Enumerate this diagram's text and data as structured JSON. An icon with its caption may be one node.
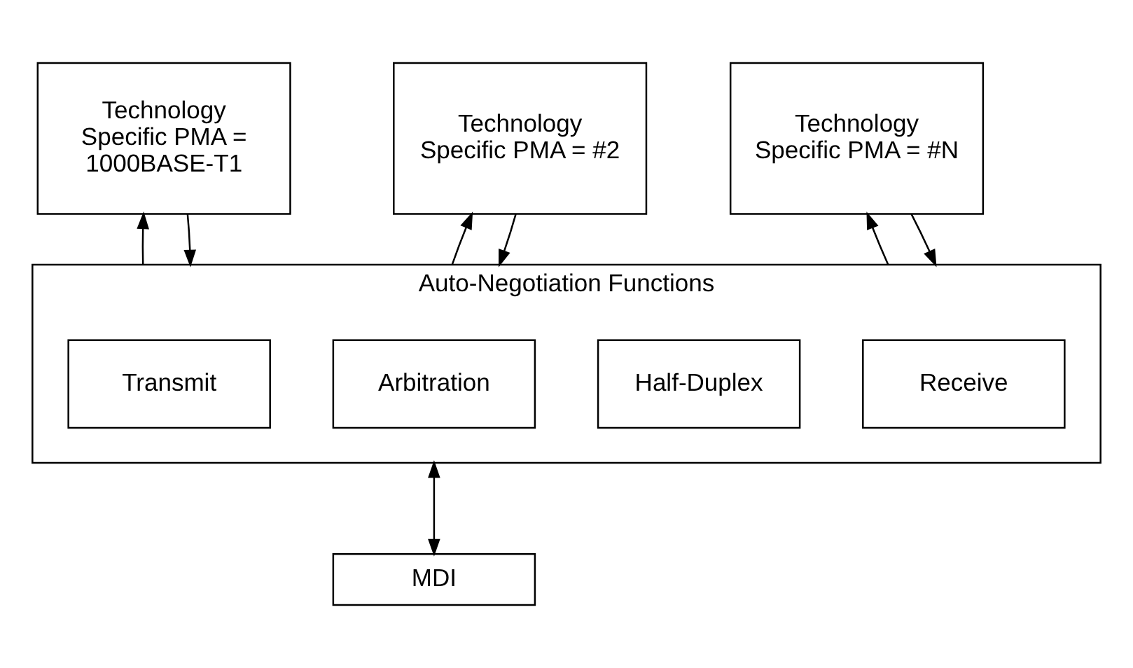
{
  "diagram": {
    "nodes": [
      {
        "text": [
          "Technology Specific PMA = 1000BASE-T1"
        ]
      },
      {
        "text": [
          "Technology Specific PMA = #2"
        ]
      },
      {
        "text": [
          "Technology Specific PMA = #N"
        ]
      },
      {
        "text": [
          "Auto-Negotiation Functions"
        ]
      },
      {
        "text": [
          "Transmit"
        ],
        "in": 3
      },
      {
        "text": [
          "Arbitration"
        ],
        "in": 3
      },
      {
        "text": [
          "Half-Duplex"
        ],
        "in": 3
      },
      {
        "text": [
          "Receive"
        ],
        "in": 3
      },
      {
        "text": [
          "MDI"
        ]
      }
    ],
    "edges": [
      {
        "from": 0,
        "to": 3,
        "arrow": "to"
      },
      {
        "from": 3,
        "to": 0,
        "arrow": "to"
      },
      {
        "from": 1,
        "to": 3,
        "arrow": "to"
      },
      {
        "from": 3,
        "to": 1,
        "arrow": "to"
      },
      {
        "from": 2,
        "to": 3,
        "arrow": "to"
      },
      {
        "from": 3,
        "to": 2,
        "arrow": "to"
      },
      {
        "from": 3,
        "to": 8,
        "arrow": "both"
      }
    ]
  }
}
